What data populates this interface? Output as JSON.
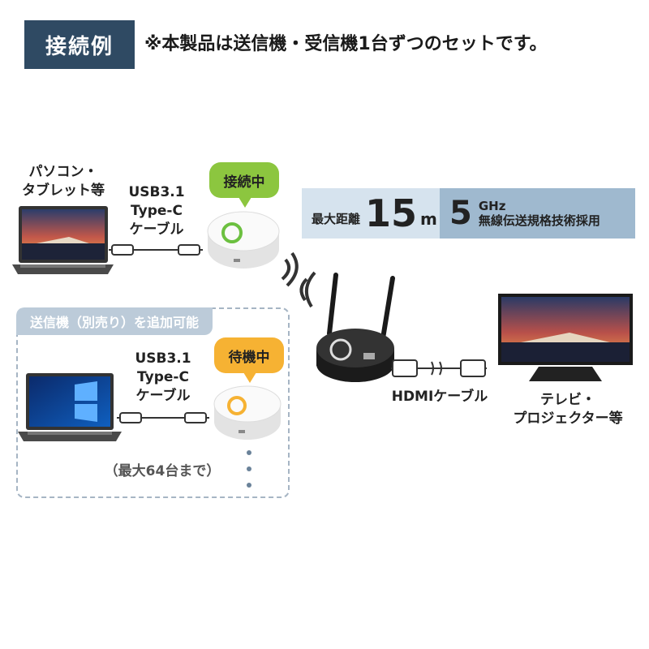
{
  "header": {
    "title": "接続例",
    "note": "※本製品は送信機・受信機1台ずつのセットです。"
  },
  "source_device": {
    "label_line1": "パソコン・",
    "label_line2": "タブレット等"
  },
  "cable_top": {
    "line1": "USB3.1",
    "line2": "Type-C",
    "line3": "ケーブル"
  },
  "status_connected": "接続中",
  "spec": {
    "distance_prefix": "最大距離",
    "distance_value": "15",
    "distance_unit": "m",
    "band_value": "5",
    "band_unit": "GHz",
    "band_text": "無線伝送規格技術採用"
  },
  "optional_group": {
    "tag": "送信機（別売り）を追加可能",
    "cable": {
      "line1": "USB3.1",
      "line2": "Type-C",
      "line3": "ケーブル"
    },
    "status_standby": "待機中",
    "max_note": "（最大64台まで）"
  },
  "hdmi_cable_label": "HDMIケーブル",
  "display_device": {
    "label_line1": "テレビ・",
    "label_line2": "プロジェクター等"
  },
  "colors": {
    "header_bg": "#2f4a63",
    "connected_bubble": "#8cc63f",
    "standby_bubble": "#f6b233",
    "spec_light": "#d6e3ee",
    "spec_dark": "#9fb9cf",
    "group_border": "#a6b5c4"
  }
}
